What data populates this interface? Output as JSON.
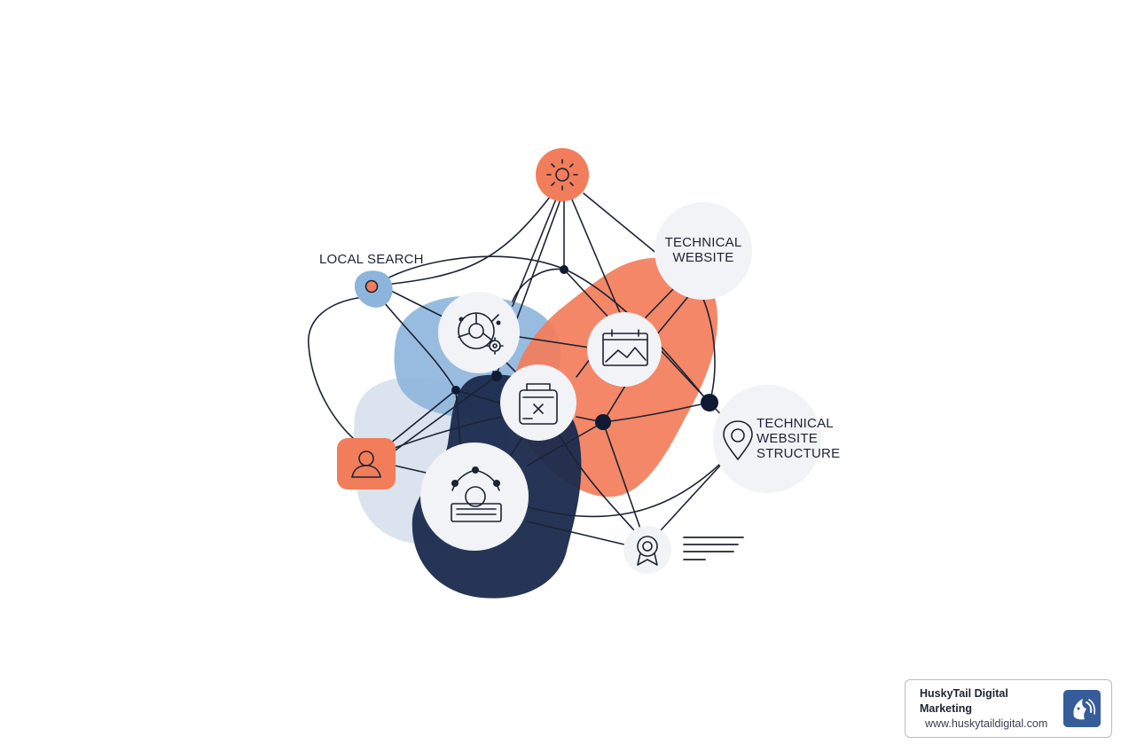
{
  "labels": {
    "local_search": "LOCAL SEARCH",
    "technical_website": [
      "TECHNICAL",
      "WEBSITE"
    ],
    "technical_website_structure": [
      "TECHNICAL",
      "WEBSITE",
      "STRUCTURE"
    ]
  },
  "icons": {
    "top": "sun-icon",
    "local": "location-dot-icon",
    "analytics": "chart-gear-icon",
    "image": "image-frame-icon",
    "tool": "checklist-icon",
    "user": "user-icon",
    "network": "network-node-icon",
    "badge": "award-badge-icon",
    "pin": "map-pin-icon"
  },
  "colors": {
    "orange": "#f27d5b",
    "light_blue": "#8db5dc",
    "pale_blue": "#dae3ee",
    "navy": "#1a2a4d",
    "ink": "#1c2333",
    "circle_fill": "#f1f3f6"
  },
  "branding": {
    "name": "HuskyTail Digital Marketing",
    "url": "www.huskytaildigital.com",
    "logo_icon": "husky-logo-icon"
  }
}
